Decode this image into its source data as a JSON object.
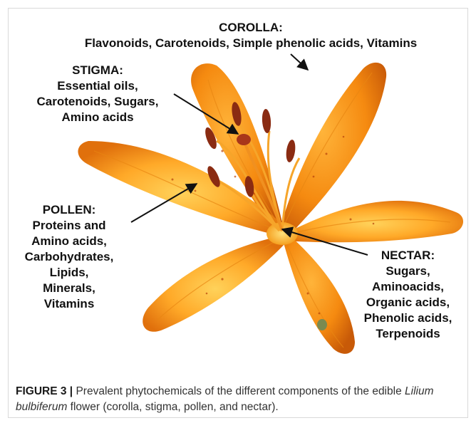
{
  "labels": {
    "corolla": {
      "heading": "COROLLA:",
      "lines": [
        "Flavonoids, Carotenoids, Simple phenolic acids, Vitamins"
      ]
    },
    "stigma": {
      "heading": "STIGMA:",
      "lines": [
        "Essential oils,",
        "Carotenoids, Sugars,",
        "Amino acids"
      ]
    },
    "pollen": {
      "heading": "POLLEN:",
      "lines": [
        "Proteins and",
        "Amino acids,",
        "Carbohydrates,",
        "Lipids,",
        "Minerals,",
        "Vitamins"
      ]
    },
    "nectar": {
      "heading": "NECTAR:",
      "lines": [
        "Sugars,",
        "Aminoacids,",
        "Organic acids,",
        "Phenolic acids,",
        "Terpenoids"
      ]
    }
  },
  "caption": {
    "figure_label": "FIGURE 3 |",
    "text_before_species": " Prevalent phytochemicals of the different components of the edible ",
    "species": "Lilium bulbiferum",
    "text_after_species": " flower (corolla, stigma, pollen, and nectar)."
  },
  "colors": {
    "petal_light": "#ffb733",
    "petal_mid": "#f5900f",
    "petal_dark": "#d9640a",
    "anther": "#8a2b12",
    "arrow": "#111111"
  }
}
